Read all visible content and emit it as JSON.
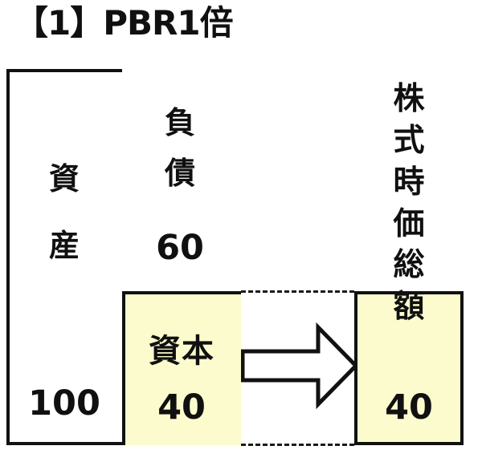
{
  "title": "【1】PBR1倍",
  "colors": {
    "equity_fill": "#fbfbcd",
    "market_cap_fill": "#fbfbcd",
    "asset_fill": "#ffffff",
    "liability_fill": "#ffffff",
    "outline": "#111111",
    "text": "#101010"
  },
  "balance_sheet": {
    "assets": {
      "label": "資\n産",
      "value": "100"
    },
    "liabilities": {
      "label": "負\n債",
      "value": "60"
    },
    "equity": {
      "label": "資本",
      "value": "40"
    }
  },
  "market_cap": {
    "caption": "株\n式\n時\n価\n総\n額",
    "value": "40"
  },
  "connector": {
    "arrow_icon": "block-arrow-right-icon",
    "top_line_icon": "dotted-connector-line-icon",
    "bottom_line_icon": "dotted-connector-line-icon"
  }
}
